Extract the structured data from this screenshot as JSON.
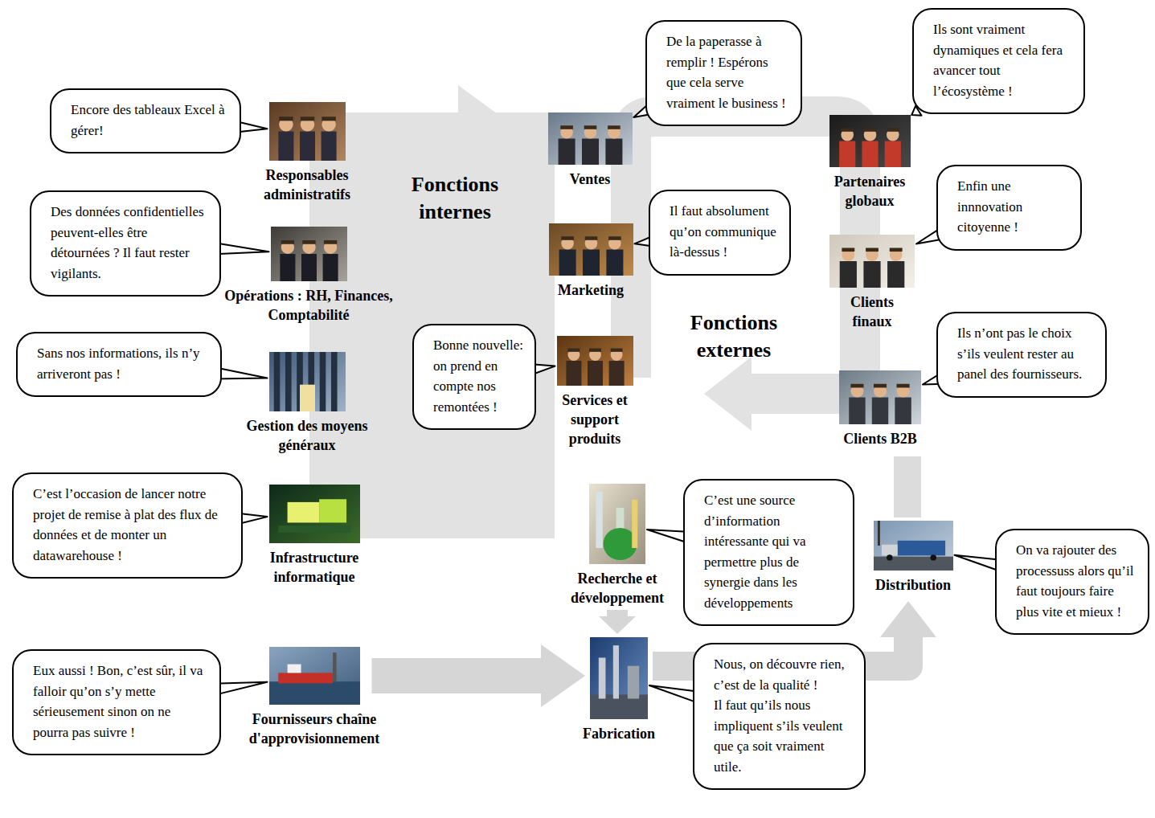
{
  "diagram": {
    "nodes": [
      {
        "text": [
          "Responsables administratifs"
        ]
      },
      {
        "text": [
          "Encore des tableaux Excel à gérer!"
        ]
      },
      {
        "text": [
          "Opérations : RH, Finances, Comptabilité"
        ]
      },
      {
        "text": [
          "Des données confidentielles peuvent-elles être détournées ? Il faut rester vigilants."
        ]
      },
      {
        "text": [
          "Gestion des moyens généraux"
        ]
      },
      {
        "text": [
          "Sans nos informations, ils n’y arriveront pas !"
        ]
      },
      {
        "text": [
          "Infrastructure informatique"
        ]
      },
      {
        "text": [
          "C’est l’occasion de lancer notre projet de remise à plat des flux de données et de monter un datawarehouse !"
        ]
      },
      {
        "text": [
          "Fournisseurs chaîne d'approvisionnement"
        ]
      },
      {
        "text": [
          "Eux aussi ! Bon, c’est sûr, il va falloir qu’on s’y mette sérieusement sinon on ne pourra pas suivre !"
        ]
      },
      {
        "text": [
          "Ventes"
        ]
      },
      {
        "text": [
          "De la paperasse à remplir ! Espérons que cela serve vraiment le business !"
        ]
      },
      {
        "text": [
          "Marketing"
        ]
      },
      {
        "text": [
          "Il faut absolument qu’on communique là-dessus !"
        ]
      },
      {
        "text": [
          "Services et support produits"
        ]
      },
      {
        "text": [
          "Bonne nouvelle: on prend en compte nos remontées !"
        ]
      },
      {
        "text": [
          "Recherche et développement"
        ]
      },
      {
        "text": [
          "C’est une source d’information intéressante qui va permettre plus de synergie dans les développements"
        ]
      },
      {
        "text": [
          "Fabrication"
        ]
      },
      {
        "text": [
          "Nous, on découvre rien, c’est de la qualité !",
          "Il faut qu’ils nous impliquent s’ils veulent que ça soit vraiment utile."
        ]
      },
      {
        "text": [
          "Partenaires globaux"
        ]
      },
      {
        "text": [
          "Ils sont vraiment dynamiques et cela fera avancer tout l’écosystème !"
        ]
      },
      {
        "text": [
          "Clients finaux"
        ]
      },
      {
        "text": [
          "Enfin une innnovation citoyenne !"
        ]
      },
      {
        "text": [
          "Clients B2B"
        ]
      },
      {
        "text": [
          "Ils n’ont pas le choix s’ils veulent rester au panel des fournisseurs."
        ]
      },
      {
        "text": [
          "Distribution"
        ]
      },
      {
        "text": [
          "On va rajouter des processuss alors qu’il faut toujours faire plus vite et mieux !"
        ]
      }
    ],
    "edges": [
      {
        "from": 1,
        "to": 0,
        "arrow": "none"
      },
      {
        "from": 3,
        "to": 2,
        "arrow": "none"
      },
      {
        "from": 5,
        "to": 4,
        "arrow": "none"
      },
      {
        "from": 7,
        "to": 6,
        "arrow": "none"
      },
      {
        "from": 9,
        "to": 8,
        "arrow": "none"
      },
      {
        "from": 11,
        "to": 10,
        "arrow": "none"
      },
      {
        "from": 13,
        "to": 12,
        "arrow": "none"
      },
      {
        "from": 15,
        "to": 14,
        "arrow": "none"
      },
      {
        "from": 17,
        "to": 16,
        "arrow": "none"
      },
      {
        "from": 19,
        "to": 18,
        "arrow": "none"
      },
      {
        "from": 21,
        "to": 20,
        "arrow": "none"
      },
      {
        "from": 23,
        "to": 22,
        "arrow": "none"
      },
      {
        "from": 25,
        "to": 24,
        "arrow": "none"
      },
      {
        "from": 27,
        "to": 26,
        "arrow": "none"
      },
      {
        "from": 8,
        "to": 18,
        "arrow": "to"
      },
      {
        "from": 16,
        "to": 18,
        "arrow": "to"
      },
      {
        "from": 18,
        "to": 26,
        "arrow": "to"
      }
    ],
    "labels": [
      "Fonctions internes",
      "Fonctions externes"
    ]
  }
}
